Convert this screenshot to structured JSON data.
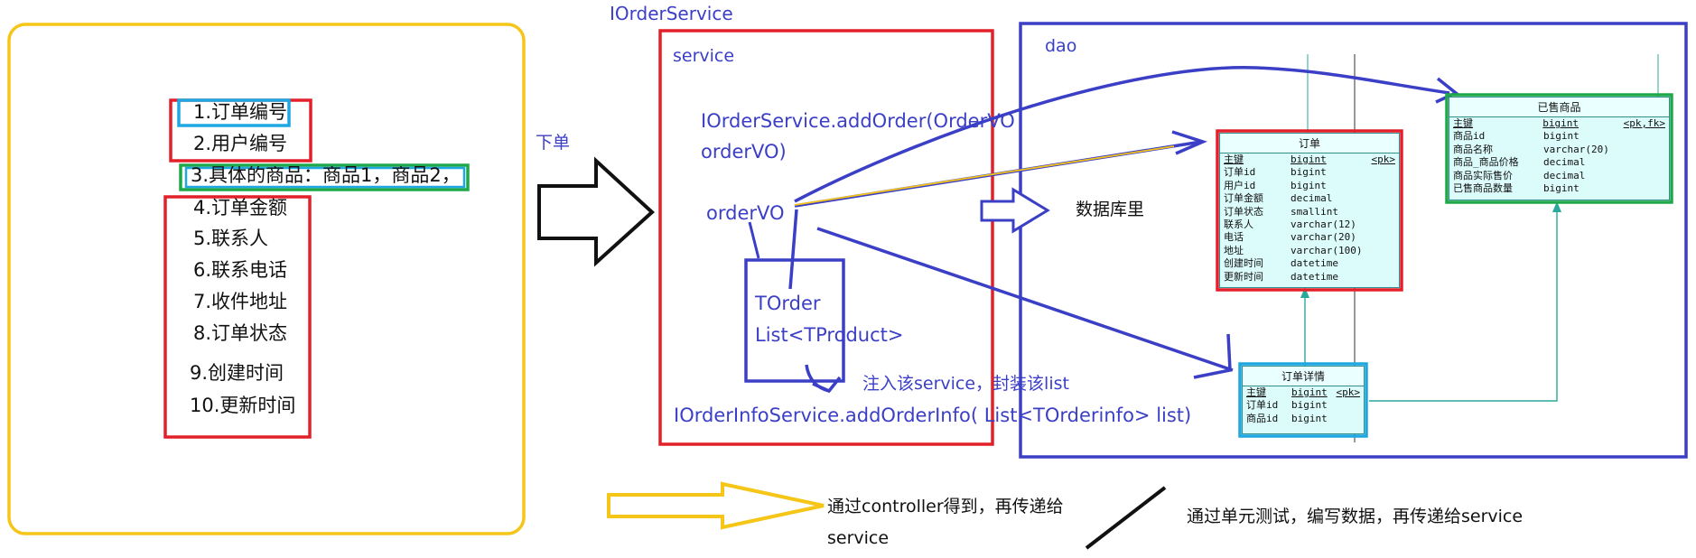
{
  "colors": {
    "yellow": "#f5c518",
    "red": "#e3202a",
    "blue": "#3b3fc6",
    "cyan_border": "#1ea7e1",
    "green": "#1fa84a",
    "teal": "#2aa89b"
  },
  "left_panel": {
    "fields": [
      "1.订单编号",
      "2.用户编号",
      "3.具体的商品：商品1，商品2，...",
      "4.订单金额",
      "5.联系人",
      "6.联系电话",
      "7.收件地址",
      "8.订单状态",
      "9.创建时间",
      "10.更新时间"
    ]
  },
  "arrow_label": "下单",
  "service": {
    "interface_label": "IOrderService",
    "box_label": "service",
    "method_line1": "IOrderService.addOrder(OrderVO",
    "method_line2": "orderVO)",
    "param": "orderVO",
    "torder": "TOrder",
    "product_list": "List<TProduct>",
    "inject_note": "注入该service，封装该list",
    "info_method": "IOrderInfoService.addOrderInfo( List<TOrderinfo> list)"
  },
  "dao": {
    "label": "dao",
    "db_label": "数据库里",
    "tables": {
      "order": {
        "title": "订单",
        "rows": [
          [
            "主键",
            "bigint",
            "<pk>"
          ],
          [
            "订单id",
            "bigint",
            ""
          ],
          [
            "用户id",
            "bigint",
            ""
          ],
          [
            "订单金额",
            "decimal",
            ""
          ],
          [
            "订单状态",
            "smallint",
            ""
          ],
          [
            "联系人",
            "varchar(12)",
            ""
          ],
          [
            "电话",
            "varchar(20)",
            ""
          ],
          [
            "地址",
            "varchar(100)",
            ""
          ],
          [
            "创建时间",
            "datetime",
            ""
          ],
          [
            "更新时间",
            "datetime",
            ""
          ]
        ]
      },
      "sold": {
        "title": "已售商品",
        "rows": [
          [
            "主键",
            "bigint",
            "<pk,fk>"
          ],
          [
            "商品id",
            "bigint",
            ""
          ],
          [
            "商品名称",
            "varchar(20)",
            ""
          ],
          [
            "商品_商品价格",
            "decimal",
            ""
          ],
          [
            "商品实际售价",
            "decimal",
            ""
          ],
          [
            "已售商品数量",
            "bigint",
            ""
          ]
        ]
      },
      "detail": {
        "title": "订单详情",
        "rows": [
          [
            "主键",
            "bigint",
            "<pk>"
          ],
          [
            "订单id",
            "bigint",
            ""
          ],
          [
            "商品id",
            "bigint",
            ""
          ]
        ]
      }
    }
  },
  "legend": {
    "yellow_text_line1": "通过controller得到，再传递给",
    "yellow_text_line2": "service",
    "black_text": "通过单元测试，编写数据，再传递给service"
  }
}
